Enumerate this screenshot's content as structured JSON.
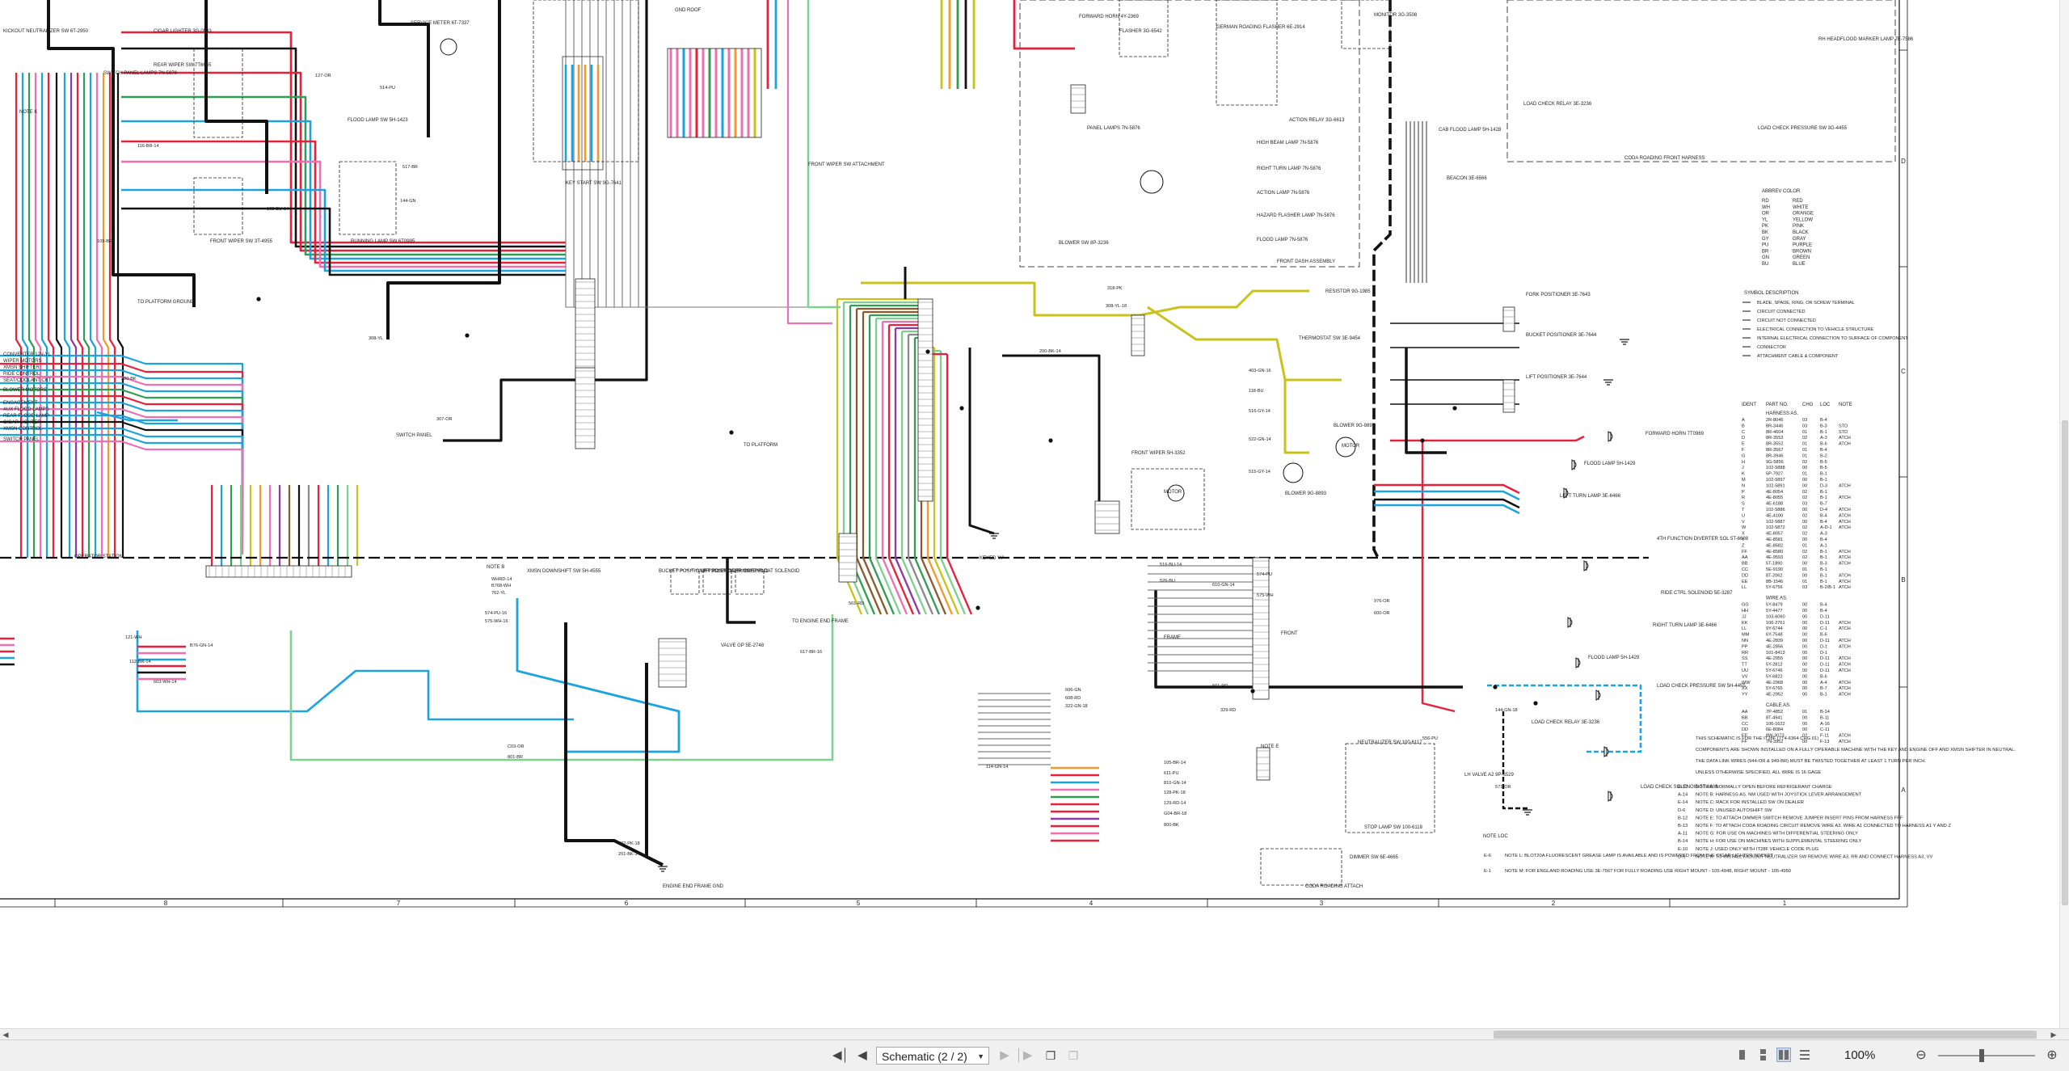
{
  "viewer": {
    "page_selector": "Schematic (2 / 2)",
    "zoom": "100%",
    "zoom_level": 1.0,
    "scrollbar_position": 0.72
  },
  "schematic": {
    "zone_columns": [
      "8",
      "7",
      "6",
      "5",
      "4",
      "3",
      "2",
      "1"
    ],
    "zone_rows": [
      "D",
      "C",
      "B",
      "A"
    ],
    "wire_colors": {
      "red": "#e8203a",
      "blue": "#1aa3e0",
      "green": "#2f9e52",
      "lightgreen": "#7ed08f",
      "yellow": "#c8c21a",
      "orange": "#f39a2a",
      "pink": "#ef6fb0",
      "purple": "#8c3aa8",
      "brown": "#8a5a2b",
      "black": "#111111",
      "gray": "#8a8a8a",
      "white": "#cccccc"
    },
    "labels_top": [
      {
        "text": "KICKOUT NEUTRALIZER SW 6T-2950",
        "wire": ""
      },
      {
        "text": "CIGAR LIGHTER 3G-0533",
        "wire": ""
      },
      {
        "text": "SERVICE METER 6T-7337",
        "wire": ""
      },
      {
        "text": "GND ROOF",
        "wire": ""
      },
      {
        "text": "FRONT WIPER SW ATTACHMENT",
        "wire": ""
      },
      {
        "text": "FORWARD HORN 4Y-2369",
        "wire": ""
      },
      {
        "text": "FLASHER 3G-6542",
        "wire": ""
      },
      {
        "text": "GERMAN ROADING FLASHER 6E-2914",
        "wire": ""
      },
      {
        "text": "MONITOR 3G-3508",
        "wire": ""
      },
      {
        "text": "ACTION RELAY 3G-6613",
        "wire": ""
      },
      {
        "text": "PANEL LAMPS 7N-5876",
        "wire": ""
      },
      {
        "text": "HIGH BEAM LAMP 7N-5876",
        "wire": ""
      },
      {
        "text": "RIGHT TURN LAMP 7N-5876",
        "wire": ""
      },
      {
        "text": "ACTION LAMP 7N-5876",
        "wire": ""
      },
      {
        "text": "HAZARD FLASHER LAMP 7N-5876",
        "wire": ""
      },
      {
        "text": "FLOOD LAMP 7N-5876",
        "wire": ""
      },
      {
        "text": "BLOWER SW 8P-3236",
        "wire": ""
      },
      {
        "text": "FRONT DASH ASSEMBLY",
        "wire": ""
      },
      {
        "text": "CAB FLOOD LAMP 5H-1428",
        "wire": ""
      },
      {
        "text": "BEACON 3E-6566",
        "wire": ""
      },
      {
        "text": "LOAD CHECK RELAY 3E-3236",
        "wire": ""
      },
      {
        "text": "LOAD CHECK PRESSURE SW 3G-4455",
        "wire": ""
      },
      {
        "text": "RH HEADFLOOD MARKER LAMP 7E-7586",
        "wire": ""
      },
      {
        "text": "CODA ROADING FRONT HARNESS",
        "wire": ""
      }
    ],
    "labels_left": [
      {
        "text": "REAR WIPER SW 7T6655"
      },
      {
        "text": "SWITCH PANEL LAMPS 7N-5876"
      },
      {
        "text": "FLOOD LAMP SW 5H-1423"
      },
      {
        "text": "RUNNING LAMP SW 6T0995"
      },
      {
        "text": "FRONT WIPER SW 3T-4955"
      },
      {
        "text": "KEY START SW 9G-7641"
      },
      {
        "text": "TO PLATFORM GROUND"
      },
      {
        "text": "SWITCH PANEL"
      },
      {
        "text": "CONVERTER 12V-YL"
      },
      {
        "text": "WIPER MOTORS"
      },
      {
        "text": "XMSN SHIFTER"
      },
      {
        "text": "RIDE CONTROL"
      },
      {
        "text": "SEAT/COOLANT CKT"
      },
      {
        "text": "BLOWER MOTORS"
      },
      {
        "text": "ENGAGEMENT"
      },
      {
        "text": "AUX FLOOD LAMPS"
      },
      {
        "text": "REAR FLOOD LAMP"
      },
      {
        "text": "CIGAR LIGHTER"
      },
      {
        "text": "XMSN CONTROL"
      },
      {
        "text": "SWITCH PANEL"
      },
      {
        "text": "OPERATOR STATION"
      },
      {
        "text": "NOTE K"
      }
    ],
    "labels_middle": [
      {
        "text": "TO PLATFORM"
      },
      {
        "text": "NOTE B"
      },
      {
        "text": "XMSN DOWNSHIFT SW 5H-4555"
      },
      {
        "text": "BUCKET POSITIONER SOLENOID"
      },
      {
        "text": "LIFT POSITIONER SOLENOID"
      },
      {
        "text": "BUCKET FLOAT SOLENOID"
      },
      {
        "text": "VALVE GP 5E-2748"
      },
      {
        "text": "TO ENGINE END FRAME"
      },
      {
        "text": "ENGINE END FRAME GND"
      },
      {
        "text": "FRONT WIPER 5H-3352"
      },
      {
        "text": "MOTOR"
      },
      {
        "text": "KEYED \"A\""
      },
      {
        "text": "FRAME"
      },
      {
        "text": "FRONT"
      },
      {
        "text": "NOTE E"
      },
      {
        "text": "NEUTRALIZER SW 100-6117"
      },
      {
        "text": "STOP LAMP SW 100-6118"
      },
      {
        "text": "LH VALVE A2 9P-6529"
      },
      {
        "text": "DIMMER SW 6E-4665"
      },
      {
        "text": "CODA ROADING ATTACH"
      }
    ],
    "labels_right_components": [
      {
        "text": "RESISTOR 9G-1985"
      },
      {
        "text": "THERMOSTAT SW 3E-9454"
      },
      {
        "text": "BLOWER 9G-9897"
      },
      {
        "text": "MOTOR"
      },
      {
        "text": "BLOWER 9G-8893"
      },
      {
        "text": "FORK POSITIONER 3E-7643"
      },
      {
        "text": "BUCKET POSITIONER 3E-7644"
      },
      {
        "text": "LIFT POSITIONER 3E-7644"
      },
      {
        "text": "FORWARD HORN 7T0969"
      },
      {
        "text": "FLOOD LAMP 5H-1429"
      },
      {
        "text": "LEFT TURN LAMP 3E-6466"
      },
      {
        "text": "4TH FUNCTION DIVERTER SOL 5T-6608"
      },
      {
        "text": "RIDE CTRL SOLENOID 5E-3287"
      },
      {
        "text": "RIGHT TURN LAMP 3E-6466"
      },
      {
        "text": "FLOOD LAMP 5H-1429"
      },
      {
        "text": "LOAD CHECK PRESSURE SW 5H-4455"
      },
      {
        "text": "LOAD CHECK RELAY 3E-3236"
      },
      {
        "text": "LOAD CHECK SOLENOID 5T-6608"
      }
    ],
    "abbrev_title": "ABBREV   COLOR",
    "abbreviations": [
      [
        "RD",
        "RED"
      ],
      [
        "WH",
        "WHITE"
      ],
      [
        "OR",
        "ORANGE"
      ],
      [
        "YL",
        "YELLOW"
      ],
      [
        "PK",
        "PINK"
      ],
      [
        "BK",
        "BLACK"
      ],
      [
        "GY",
        "GRAY"
      ],
      [
        "PU",
        "PURPLE"
      ],
      [
        "BR",
        "BROWN"
      ],
      [
        "GN",
        "GREEN"
      ],
      [
        "BU",
        "BLUE"
      ]
    ],
    "symbol_title": "SYMBOL   DESCRIPTION",
    "symbols": [
      "BLADE, SPADE, RING, OR SCREW TERMINAL",
      "CIRCUIT CONNECTED",
      "CIRCUIT NOT CONNECTED",
      "ELECTRICAL CONNECTION TO VEHICLE STRUCTURE",
      "INTERNAL ELECTRICAL CONNECTION TO SURFACE OF COMPONENT",
      "CONNECTOR",
      "ATTACHMENT CABLE & COMPONENT"
    ],
    "harness_header": [
      "IDENT",
      "PART NO.",
      "CHG",
      "LOC",
      "NOTE"
    ],
    "harness_title": "HARNESS AS.",
    "harness": [
      [
        "A",
        "2R-8046",
        "03",
        "B-4",
        ""
      ],
      [
        "B",
        "8R-3446",
        "03",
        "B-3",
        "STD"
      ],
      [
        "C",
        "8R-4604",
        "01",
        "B-1",
        "STD"
      ],
      [
        "D",
        "8R-3553",
        "02",
        "A-3",
        "ATCH"
      ],
      [
        "E",
        "8R-3552",
        "01",
        "B-6",
        "ATCH"
      ],
      [
        "F",
        "8R-3567",
        "01",
        "B-4",
        ""
      ],
      [
        "G",
        "8R-3946",
        "01",
        "B-2",
        ""
      ],
      [
        "H",
        "9G-5856",
        "02",
        "B-5",
        ""
      ],
      [
        "J",
        "102-5888",
        "00",
        "B-5",
        ""
      ],
      [
        "K",
        "5P-7927",
        "01",
        "B-1",
        ""
      ],
      [
        "M",
        "102-5897",
        "00",
        "B-1",
        ""
      ],
      [
        "N",
        "102-5891",
        "00",
        "D-3",
        "ATCH"
      ],
      [
        "P",
        "4E-8054",
        "02",
        "B-1",
        ""
      ],
      [
        "R",
        "4E-8055",
        "02",
        "B-1",
        "ATCH"
      ],
      [
        "S",
        "4E-6188",
        "03",
        "B-7",
        ""
      ],
      [
        "T",
        "102-5886",
        "00",
        "D-4",
        "ATCH"
      ],
      [
        "U",
        "4E-4100",
        "02",
        "B-4",
        "ATCH"
      ],
      [
        "V",
        "102-5887",
        "00",
        "B-4",
        "ATCH"
      ],
      [
        "W",
        "102-5872",
        "02",
        "A-D-1",
        "ATCH"
      ],
      [
        "X",
        "4E-8057",
        "02",
        "A-3",
        ""
      ],
      [
        "Y",
        "4E-8581",
        "00",
        "B-4",
        ""
      ],
      [
        "Z",
        "4E-8582",
        "01",
        "A-1",
        ""
      ],
      [
        "FF",
        "4E-8580",
        "02",
        "B-1",
        "ATCH"
      ],
      [
        "AA",
        "4E-9593",
        "02",
        "B-1",
        "ATCH"
      ],
      [
        "BB",
        "5T-1890",
        "00",
        "B-3",
        "ATCH"
      ],
      [
        "CC",
        "5E-9190",
        "01",
        "B-1",
        ""
      ],
      [
        "DD",
        "8T-2062",
        "00",
        "B-1",
        "ATCH"
      ],
      [
        "EE",
        "8B-1546",
        "01",
        "B-1",
        "ATCH"
      ],
      [
        "LL",
        "5Y-6756",
        "03",
        "B-2/B-1",
        "ATCH"
      ]
    ],
    "wire_title": "WIRE AS.",
    "wires": [
      [
        "GG",
        "5Y-8479",
        "00",
        "B-4",
        ""
      ],
      [
        "HH",
        "5Y-4477",
        "00",
        "B-4",
        ""
      ],
      [
        "JJ",
        "103-6060",
        "00",
        "D-11",
        ""
      ],
      [
        "KK",
        "106-2761",
        "00",
        "D-11",
        "ATCH"
      ],
      [
        "LL",
        "9Y-6744",
        "00",
        "C-1",
        "ATCH"
      ],
      [
        "MM",
        "6Y-7548",
        "00",
        "B-6",
        ""
      ],
      [
        "NN",
        "4E-2839",
        "00",
        "D-11",
        "ATCH"
      ],
      [
        "PP",
        "4E-2856",
        "00",
        "D-1",
        "ATCH"
      ],
      [
        "RR",
        "101-8413",
        "00",
        "D-1",
        ""
      ],
      [
        "SS",
        "4E-2955",
        "00",
        "D-11",
        "ATCH"
      ],
      [
        "TT",
        "5Y-2812",
        "00",
        "D-11",
        "ATCH"
      ],
      [
        "UU",
        "5Y-6746",
        "00",
        "D-11",
        "ATCH"
      ],
      [
        "VV",
        "5Y-6822",
        "00",
        "B-6",
        ""
      ],
      [
        "WW",
        "4E-2968",
        "00",
        "A-4",
        "ATCH"
      ],
      [
        "XX",
        "5Y-6765",
        "00",
        "B-7",
        "ATCH"
      ],
      [
        "YY",
        "4E-2952",
        "00",
        "B-1",
        "ATCH"
      ]
    ],
    "cable_title": "CABLE AS.",
    "cables": [
      [
        "AA",
        "7P-4852",
        "01",
        "B-14",
        ""
      ],
      [
        "BB",
        "8T-4941",
        "00",
        "B-11",
        ""
      ],
      [
        "CC",
        "106-1622",
        "00",
        "A-16",
        ""
      ],
      [
        "DD",
        "6E-8084",
        "00",
        "C-11",
        ""
      ],
      [
        "EE",
        "8W-3073",
        "02",
        "F-11",
        "ATCH"
      ],
      [
        "FF",
        "7N-3952",
        "00",
        "F-13",
        "ATCH"
      ]
    ],
    "general_notes": [
      "THIS SCHEMATIC IS FOR THE IT28F (7T4-6364 CHG 01)",
      "COMPONENTS ARE SHOWN INSTALLED ON A FULLY OPERABLE MACHINE WITH THE KEY AND ENGINE OFF AND XMSN SHIFTER IN NEUTRAL.",
      "THE DATA LINK WIRES (944-OR & 949-BR) MUST BE TWISTED TOGETHER AT LEAST 1 TURN PER INCH.",
      "UNLESS OTHERWISE SPECIFIED, ALL WIRE IS 16 GAGE"
    ],
    "notes_right": [
      [
        "E-12",
        "NOTE A: NORMALLY OPEN BEFORE REFRIGERANT CHARGE"
      ],
      [
        "A-14",
        "NOTE B: HARNESS AS. NM USED WITH JOYSTICK LEVER ARRANGEMENT"
      ],
      [
        "E-14",
        "NOTE C: RACK FOR INSTALLED SW ON DEALER"
      ],
      [
        "D-6",
        "NOTE D: UNUSED AUTOSHIFT SW"
      ],
      [
        "B-12",
        "NOTE E: TO ATTACH DIMMER SWITCH REMOVE JUMPER INSERT PINS FROM HARNESS FFF"
      ],
      [
        "B-13",
        "NOTE F: TO ATTACH CODA ROADING CIRCUIT REMOVE WIRE A3. WIRE A1 CONNECTED TO HARNESS A1 Y AND Z"
      ],
      [
        "A-11",
        "NOTE G: FOR USE ON MACHINES WITH DIFFERENTIAL STEERING ONLY"
      ],
      [
        "B-14",
        "NOTE H: FOR USE ON MACHINES WITH SUPPLEMENTAL STEERING ONLY"
      ],
      [
        "E-10",
        "NOTE J: USED ONLY WITH IT28F VEHICLE CODE PLUG"
      ],
      [
        "D-5",
        "NOTE K: TO INSTALL KICKOUT NEUTRALIZER SW REMOVE WIRE A3, RR AND CONNECT HARNESS A3, VV"
      ]
    ],
    "notes_bottom_center": [
      [
        "E-6",
        "NOTE L: BLOT20A FLUORESCENT GREASE LAMP IS AVAILABLE AND IS POWERED FROM THE CIGAR LIGHTER SOCKET"
      ],
      [
        "E-1",
        "NOTE M: FOR ENGLAND ROADING USE 3E-7567 FOR FULLY ROADING USE RIGHT MOUNT - 105-4948, RIGHT MOUNT - 105-4950"
      ]
    ],
    "note_loc_header": "NOTE LOC",
    "wire_tags": [
      "200-BK-14",
      "116-BR-14",
      "102-BU-14",
      "127-OR",
      "514-PU",
      "517-BR",
      "109-BR",
      "200-BK",
      "144-GN",
      "308-YL",
      "307-OR",
      "318-PK",
      "308-YL-18",
      "403-GN-16",
      "118-BU",
      "516-GY-14",
      "522-GN-14",
      "515-GY-14",
      "516-BU-14",
      "526-BU",
      "WHRD-14",
      "B768-WH",
      "762-YL",
      "574-PU",
      "575-WH",
      "561-RD",
      "976-OR",
      "600-OR",
      "606-GN",
      "608-RD",
      "322-GN-18",
      "329-RD",
      "601-RD",
      "114-GN-14",
      "144-GN-18",
      "571-OR",
      "556-PU",
      "574-PU-16",
      "575-WH-16",
      "B76-GN-14",
      "617-BR-16",
      "610-GN-14",
      "121-WH",
      "603-WH-14",
      "112-BR-14",
      "105-BR-14",
      "611-PU",
      "810-GN-14",
      "128-PK-18",
      "129-RD-14",
      "G04-BR-18",
      "800-BK",
      "C03-OR",
      "801-BR",
      "432-PK-18",
      "201-BK-14"
    ]
  }
}
